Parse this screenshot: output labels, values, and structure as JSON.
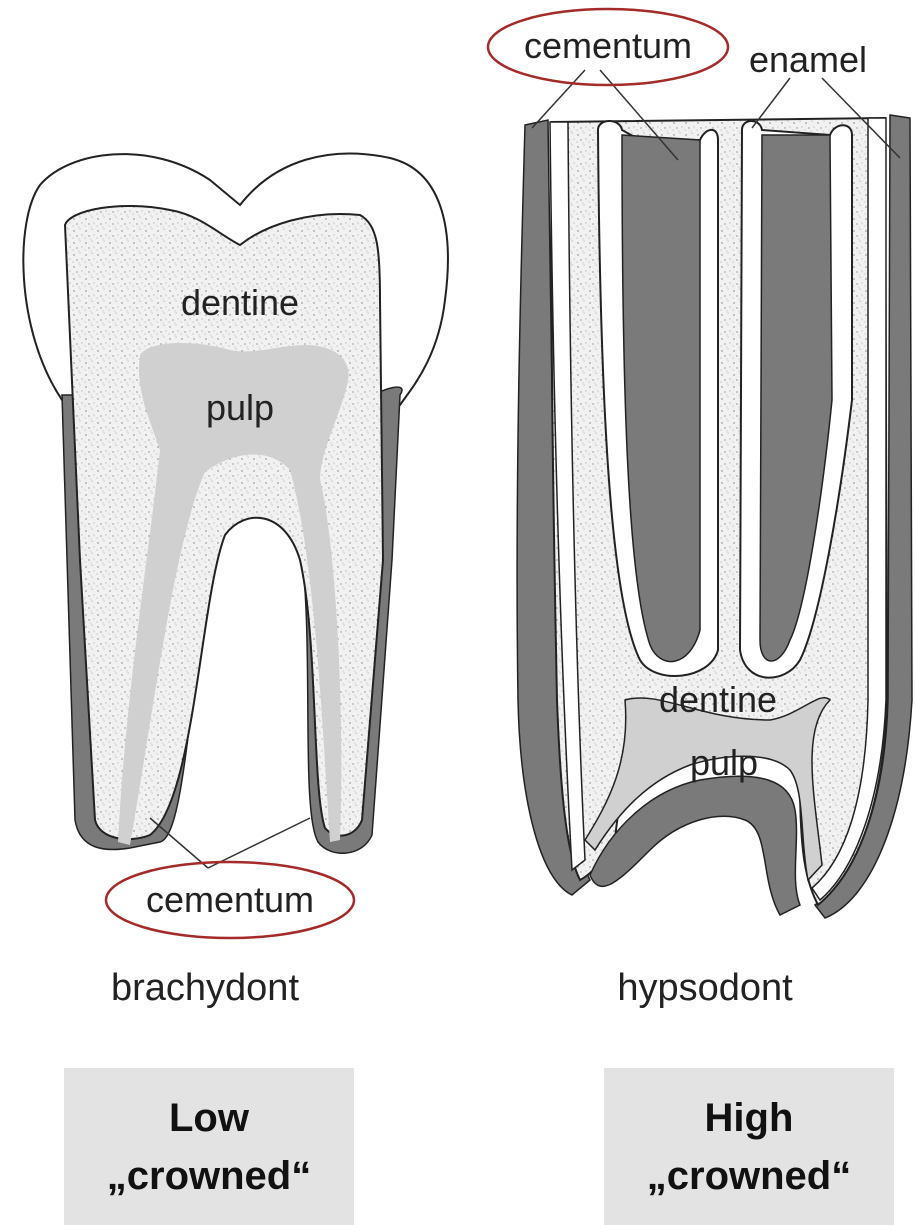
{
  "brachydont": {
    "dentine_label": "dentine",
    "pulp_label": "pulp",
    "cementum_label": "cementum",
    "type_label": "brachydont"
  },
  "hypsodont": {
    "cementum_label": "cementum",
    "enamel_label": "enamel",
    "dentine_label": "dentine",
    "pulp_label": "pulp",
    "type_label": "hypsodont"
  },
  "captions": {
    "low": {
      "line1": "Low",
      "line2": "„crowned“"
    },
    "high": {
      "line1": "High",
      "line2": "„crowned“"
    }
  },
  "colors": {
    "dentine": "#f1f1f1",
    "pulp": "#d0d0d0",
    "cementum": "#7a7a7a",
    "enamel": "#ffffff",
    "highlight_ellipse": "#a52a2a",
    "caption_box": "#e3e3e3"
  }
}
